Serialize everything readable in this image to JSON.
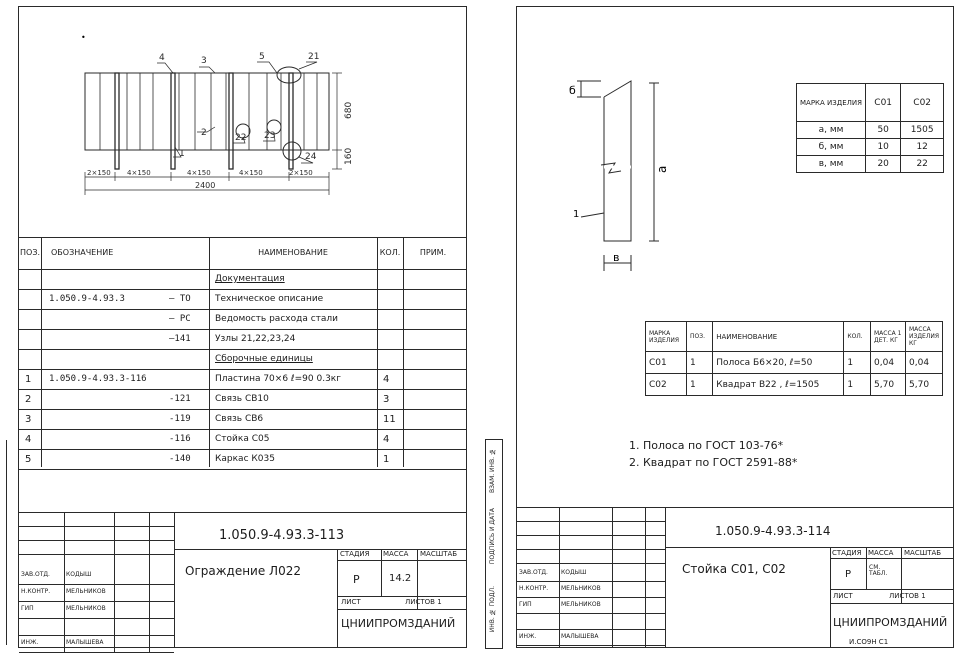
{
  "left_sheet": {
    "drawing": {
      "callouts": [
        "4",
        "3",
        "5",
        "21",
        "2",
        "22",
        "23",
        "1",
        "24"
      ],
      "dimensions_vertical": [
        "680",
        "160"
      ],
      "dimensions_horizontal": [
        "2×150",
        "4×150",
        "4×150",
        "2×150"
      ],
      "total_length": "2400"
    },
    "spec": {
      "headers": {
        "pos": "ПОЗ.",
        "designation": "ОБОЗНАЧЕНИЕ",
        "name": "НАИМЕНОВАНИЕ",
        "qty": "КОЛ.",
        "note": "ПРИМ."
      },
      "rows": [
        {
          "pos": "",
          "designation": "",
          "suffix": "",
          "name": "Документация",
          "qty": "",
          "underline": true
        },
        {
          "pos": "",
          "designation": "1.050.9-4.93.3",
          "suffix": "– ТО",
          "name": "Техническое описание",
          "qty": ""
        },
        {
          "pos": "",
          "designation": "",
          "suffix": "– РС",
          "name": "Ведомость расхода стали",
          "qty": ""
        },
        {
          "pos": "",
          "designation": "",
          "suffix": "–141",
          "name": "Узлы 21,22,23,24",
          "qty": ""
        },
        {
          "pos": "",
          "designation": "",
          "suffix": "",
          "name": "Сборочные единицы",
          "qty": "",
          "underline": true
        },
        {
          "pos": "1",
          "designation": "1.050.9-4.93.3-116",
          "suffix": "",
          "name": "Пластина 70×6 ℓ=90  0.3кг",
          "qty": "4"
        },
        {
          "pos": "2",
          "designation": "",
          "suffix": "-121",
          "name": "Связь СВ10",
          "qty": "3"
        },
        {
          "pos": "3",
          "designation": "",
          "suffix": "-119",
          "name": "Связь СВ6",
          "qty": "11"
        },
        {
          "pos": "4",
          "designation": "",
          "suffix": "-116",
          "name": "Стойка С05",
          "qty": "4"
        },
        {
          "pos": "5",
          "designation": "",
          "suffix": "-140",
          "name": "Каркас К035",
          "qty": "1"
        }
      ]
    },
    "title_block": {
      "code": "1.050.9-4.93.3-113",
      "title": "Ограждение Л022",
      "stage_label": "СТАДИЯ",
      "mass_label": "МАССА",
      "scale_label": "МАСШТАБ",
      "stage": "Р",
      "mass": "14.2",
      "sheet_label": "ЛИСТ",
      "sheets_label": "ЛИСТОВ 1",
      "org": "ЦНИИПРОМЗДАНИЙ",
      "roles": [
        "ЗАВ.ОТД.",
        "Н.КОНТР.",
        "ГИП",
        "",
        "ИНЖ."
      ],
      "people": [
        "КОДЫШ",
        "МЕЛЬНИКОВ",
        "МЕЛЬНИКОВ",
        "",
        "МАЛЫШЕВА"
      ]
    }
  },
  "right_sheet": {
    "drawing": {
      "labels": [
        "б",
        "а",
        "1",
        "в"
      ]
    },
    "param_table": {
      "header": [
        "МАРКА ИЗДЕЛИЯ",
        "С01",
        "С02"
      ],
      "rows": [
        [
          "а, мм",
          "50",
          "1505"
        ],
        [
          "б, мм",
          "10",
          "12"
        ],
        [
          "в, мм",
          "20",
          "22"
        ]
      ]
    },
    "spec": {
      "headers": [
        "МАРКА ИЗДЕЛИЯ",
        "ПОЗ.",
        "НАИМЕНОВАНИЕ",
        "КОЛ.",
        "МАССА 1 ДЕТ. КГ",
        "МАССА ИЗДЕЛИЯ КГ"
      ],
      "rows": [
        [
          "С01",
          "1",
          "Полоса Б6×20,  ℓ=50",
          "1",
          "0,04",
          "0,04"
        ],
        [
          "С02",
          "1",
          "Квадрат В22 ,  ℓ=1505",
          "1",
          "5,70",
          "5,70"
        ]
      ]
    },
    "notes": [
      "1. Полоса  по  ГОСТ  103-76*",
      "2. Квадрат  по  ГОСТ  2591-88*"
    ],
    "side_stamp": [
      "ИНВ. № ПОДЛ.",
      "ПОДПИСЬ И ДАТА",
      "ВЗАМ. ИНВ. №"
    ],
    "title_block": {
      "code": "1.050.9-4.93.3-114",
      "title": "Стойка  С01, С02",
      "stage_label": "СТАДИЯ",
      "mass_label": "МАССА",
      "scale_label": "МАСШТАБ",
      "stage": "Р",
      "mass": "СМ. ТАБЛ.",
      "sheet_label": "ЛИСТ",
      "sheets_label": "ЛИСТОВ 1",
      "org": "ЦНИИПРОМЗДАНИЙ",
      "roles": [
        "ЗАВ.ОТД.",
        "Н.КОНТР.",
        "ГИП",
        "",
        "ИНЖ."
      ],
      "people": [
        "КОДЫШ",
        "МЕЛЬНИКОВ",
        "МЕЛЬНИКОВ",
        "",
        "МАЛЫШЕВА"
      ],
      "footer": "И.СО9Н    С1"
    }
  }
}
